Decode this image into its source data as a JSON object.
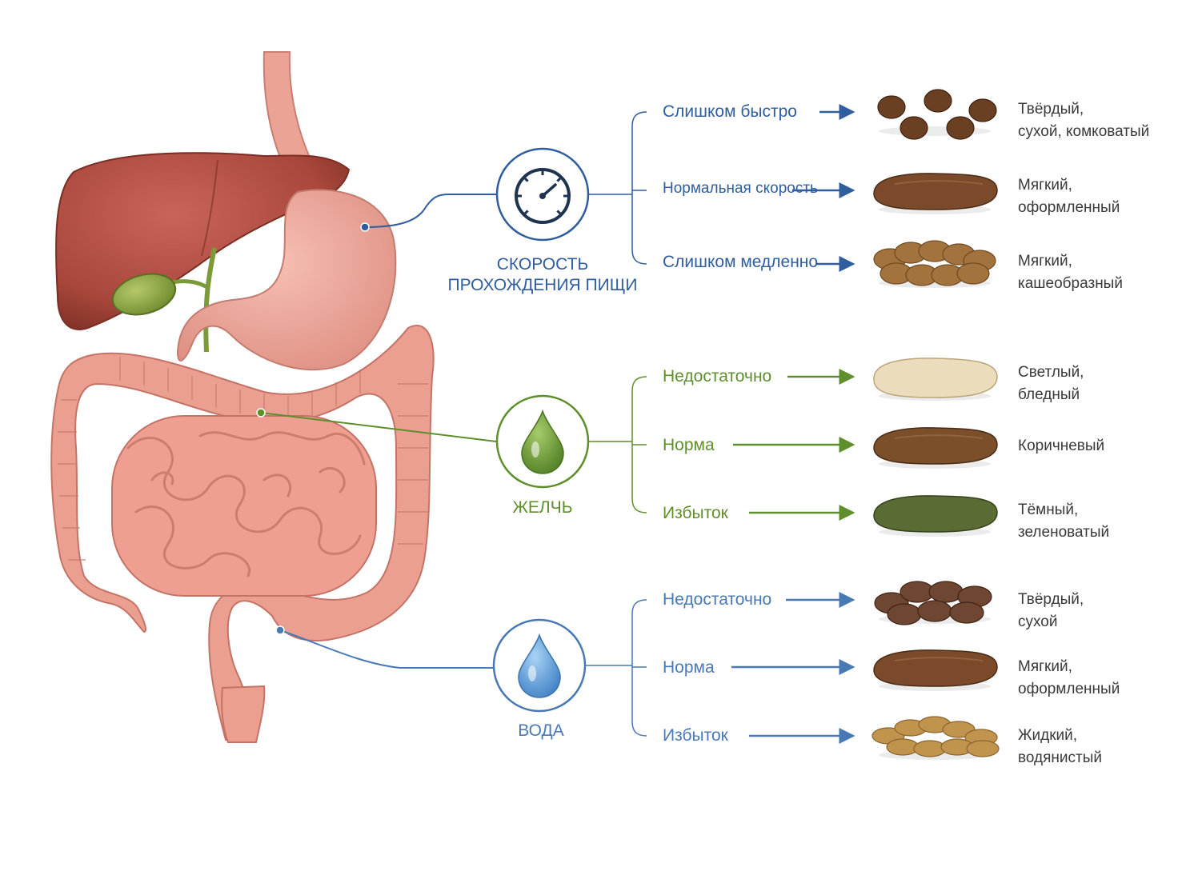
{
  "colors": {
    "speed": "#2f5d9e",
    "bile": "#5e8f2c",
    "water": "#4879b4",
    "organ_pink": "#e89a8c",
    "liver": "#a9493d",
    "gallbladder": "#8aa33f"
  },
  "factors": [
    {
      "id": "speed",
      "title_lines": [
        "СКОРОСТЬ",
        "ПРОХОЖДЕНИЯ ПИЩИ"
      ],
      "icon": "speedometer-icon",
      "options": [
        {
          "label": "Слишком быстро",
          "desc_lines": [
            "Твёрдый,",
            "сухой, комковатый"
          ],
          "stool": "pellets"
        },
        {
          "label": "Нормальная скорость",
          "desc_lines": [
            "Мягкий,",
            "оформленный"
          ],
          "stool": "formed"
        },
        {
          "label": "Слишком медленно",
          "desc_lines": [
            "Мягкий,",
            "кашеобразный"
          ],
          "stool": "mushy"
        }
      ]
    },
    {
      "id": "bile",
      "title_lines": [
        "ЖЕЛЧЬ"
      ],
      "icon": "bile-drop-icon",
      "options": [
        {
          "label": "Недостаточно",
          "desc_lines": [
            "Светлый,",
            "бледный"
          ],
          "stool": "pale"
        },
        {
          "label": "Норма",
          "desc_lines": [
            "Коричневый"
          ],
          "stool": "brown"
        },
        {
          "label": "Избыток",
          "desc_lines": [
            "Тёмный,",
            "зеленоватый"
          ],
          "stool": "green"
        }
      ]
    },
    {
      "id": "water",
      "title_lines": [
        "ВОДА"
      ],
      "icon": "water-drop-icon",
      "options": [
        {
          "label": "Недостаточно",
          "desc_lines": [
            "Твёрдый,",
            "сухой"
          ],
          "stool": "cracked"
        },
        {
          "label": "Норма",
          "desc_lines": [
            "Мягкий,",
            "оформленный"
          ],
          "stool": "formed2"
        },
        {
          "label": "Избыток",
          "desc_lines": [
            "Жидкий,",
            "водянистый"
          ],
          "stool": "watery"
        }
      ]
    }
  ]
}
